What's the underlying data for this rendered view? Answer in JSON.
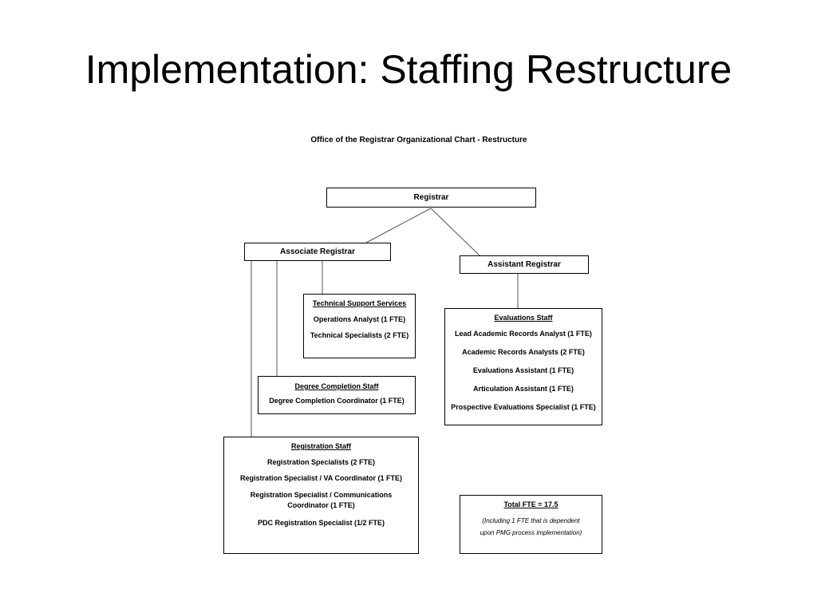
{
  "slide": {
    "title": "Implementation: Staffing Restructure"
  },
  "chart": {
    "title": "Office of the Registrar Organizational Chart - Restructure",
    "registrar": "Registrar",
    "associate_registrar": "Associate Registrar",
    "assistant_registrar": "Assistant Registrar",
    "technical_support": {
      "heading": "Technical Support Services",
      "lines": [
        "Operations Analyst (1 FTE)",
        "Technical Specialists (2 FTE)"
      ]
    },
    "degree_completion": {
      "heading": "Degree Completion Staff",
      "lines": [
        "Degree Completion Coordinator (1 FTE)"
      ]
    },
    "registration": {
      "heading": "Registration Staff",
      "lines": [
        "Registration Specialists (2 FTE)",
        "Registration Specialist / VA Coordinator (1 FTE)",
        "Registration Specialist / Communications Coordinator (1 FTE)",
        "PDC Registration Specialist (1/2 FTE)"
      ]
    },
    "evaluations": {
      "heading": "Evaluations Staff",
      "lines": [
        "Lead Academic Records Analyst (1 FTE)",
        "Academic Records Analysts (2 FTE)",
        "Evaluations Assistant (1 FTE)",
        "Articulation Assistant (1 FTE)",
        "Prospective Evaluations Specialist (1 FTE)"
      ]
    },
    "total": {
      "heading": "Total FTE = 17.5",
      "note_line1": "(Including 1 FTE that is dependent",
      "note_line2": "upon PMG process implementation)"
    }
  }
}
